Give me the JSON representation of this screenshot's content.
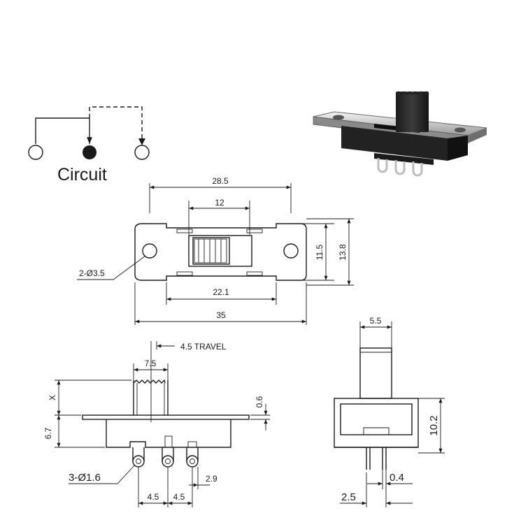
{
  "circuit": {
    "label": "Circuit"
  },
  "top_view": {
    "width_overall": "35",
    "hole_pitch": "28.5",
    "slot_length": "12",
    "body_width": "22.1",
    "height_inner": "11.5",
    "height_outer": "13.8",
    "holes_note": "2-Ø3.5"
  },
  "side_view": {
    "travel": "4.5 TRAVEL",
    "actuator_width": "7.5",
    "actuator_height": "X",
    "body_height": "6.7",
    "plate_thickness": "0.6",
    "pins_note": "3-Ø1.6",
    "pin_offset": "2.9",
    "pitch_left": "4.5",
    "pitch_right": "4.5"
  },
  "end_view": {
    "actuator_width": "5.5",
    "height": "10.2",
    "pin_thickness": "0.4",
    "pin_spacing": "2.5"
  },
  "colors": {
    "line": "#1a1a1a",
    "background": "#ffffff"
  }
}
